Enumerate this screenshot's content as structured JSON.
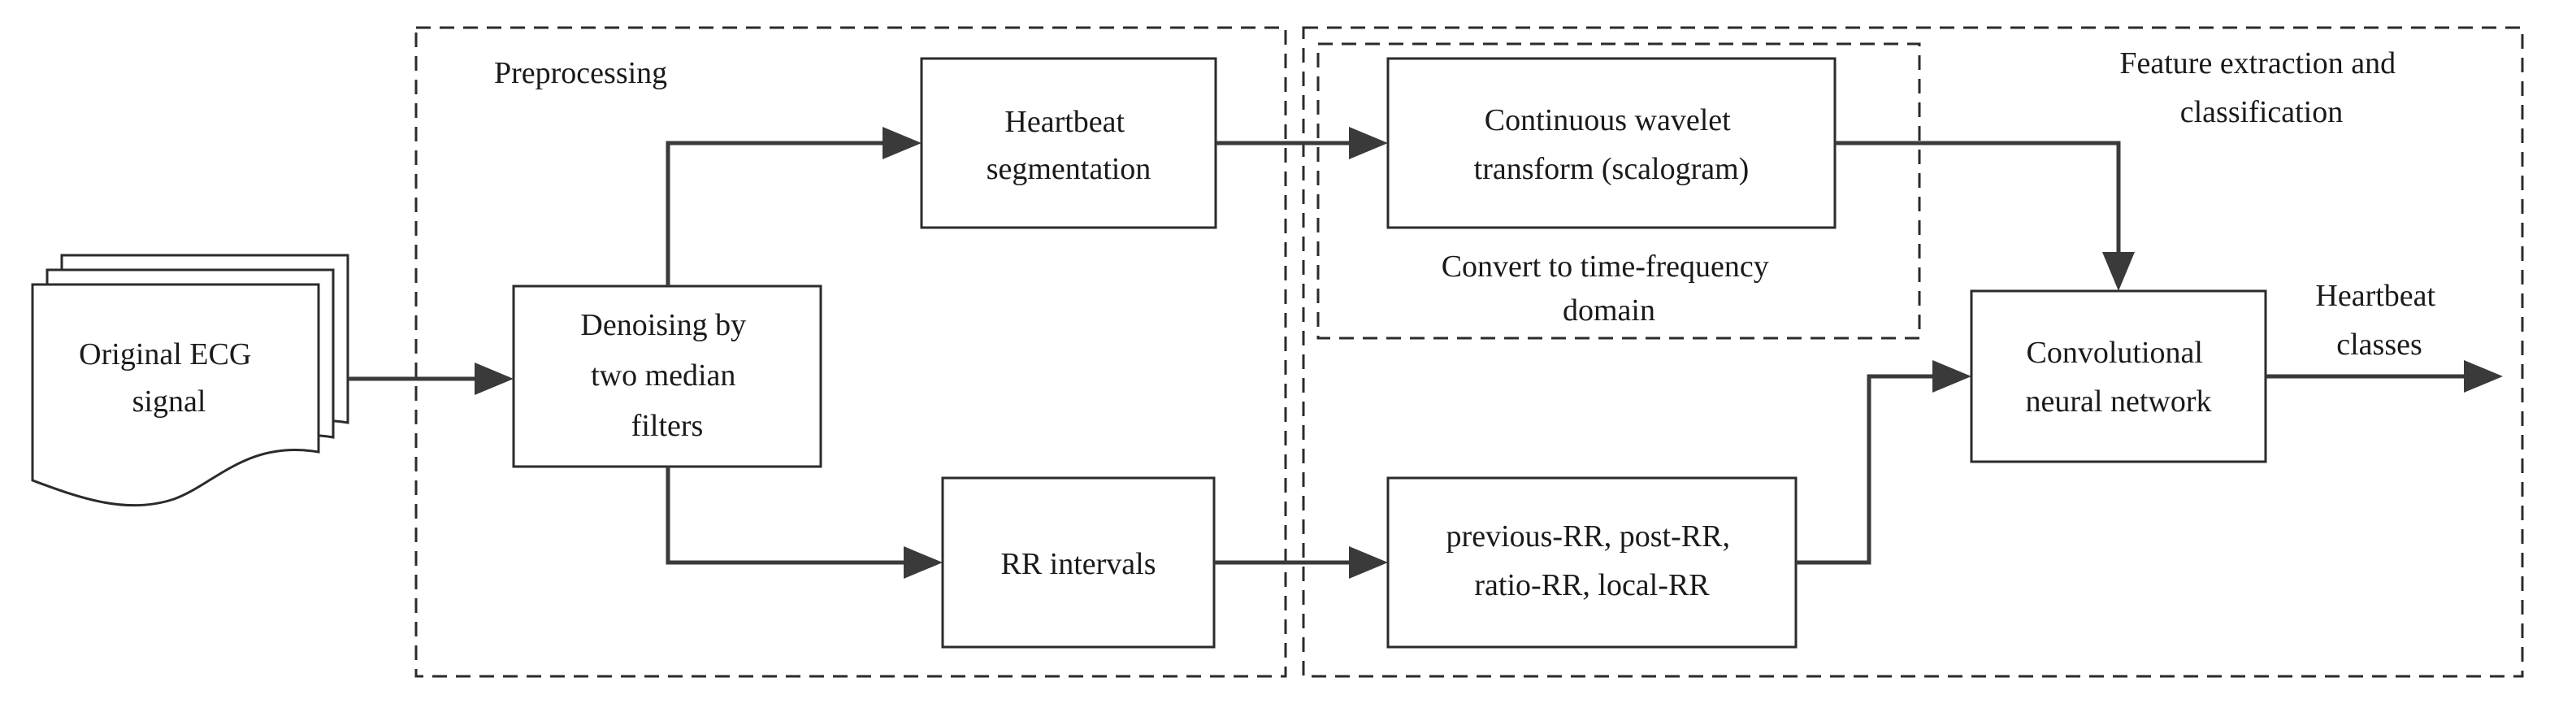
{
  "groups": {
    "preprocessing": "Preprocessing",
    "feature_extraction": [
      "Feature extraction and",
      "classification"
    ],
    "time_frequency": [
      "Convert to time-frequency",
      "domain"
    ]
  },
  "nodes": {
    "original_ecg": [
      "Original ECG",
      "signal"
    ],
    "denoising": [
      "Denoising by",
      "two median",
      "filters"
    ],
    "heartbeat_segmentation": [
      "Heartbeat",
      "segmentation"
    ],
    "rr_intervals": [
      "RR intervals"
    ],
    "cwt": [
      "Continuous wavelet",
      "transform (scalogram)"
    ],
    "rr_features": [
      "previous-RR, post-RR,",
      "ratio-RR, local-RR"
    ],
    "cnn": [
      "Convolutional",
      "neural network"
    ]
  },
  "output": [
    "Heartbeat",
    "classes"
  ]
}
